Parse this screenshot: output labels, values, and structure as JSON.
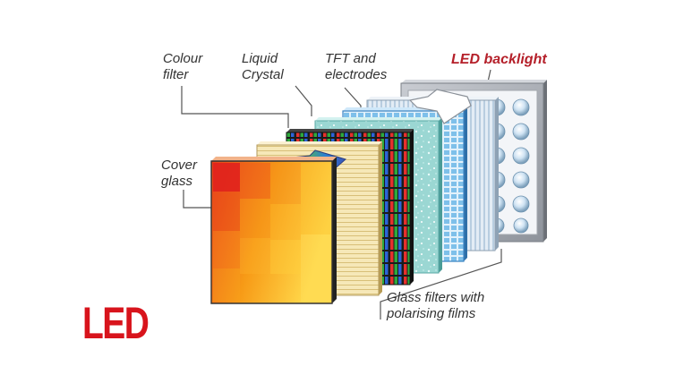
{
  "diagram": {
    "labels": {
      "colour_filter": [
        "Colour",
        "filter"
      ],
      "liquid_crystal": [
        "Liquid",
        "Crystal"
      ],
      "tft": [
        "TFT and",
        "electrodes"
      ],
      "led_backlight": "LED backlight",
      "cover_glass": [
        "Cover",
        "glass"
      ],
      "glass_filters": [
        "Glass filters with",
        "polarising films"
      ]
    },
    "logo_text": "LED",
    "colors": {
      "accent_red": "#b5202a",
      "logo_red": "#d8141c",
      "label_text": "#333333",
      "leader_line": "#555555"
    }
  }
}
